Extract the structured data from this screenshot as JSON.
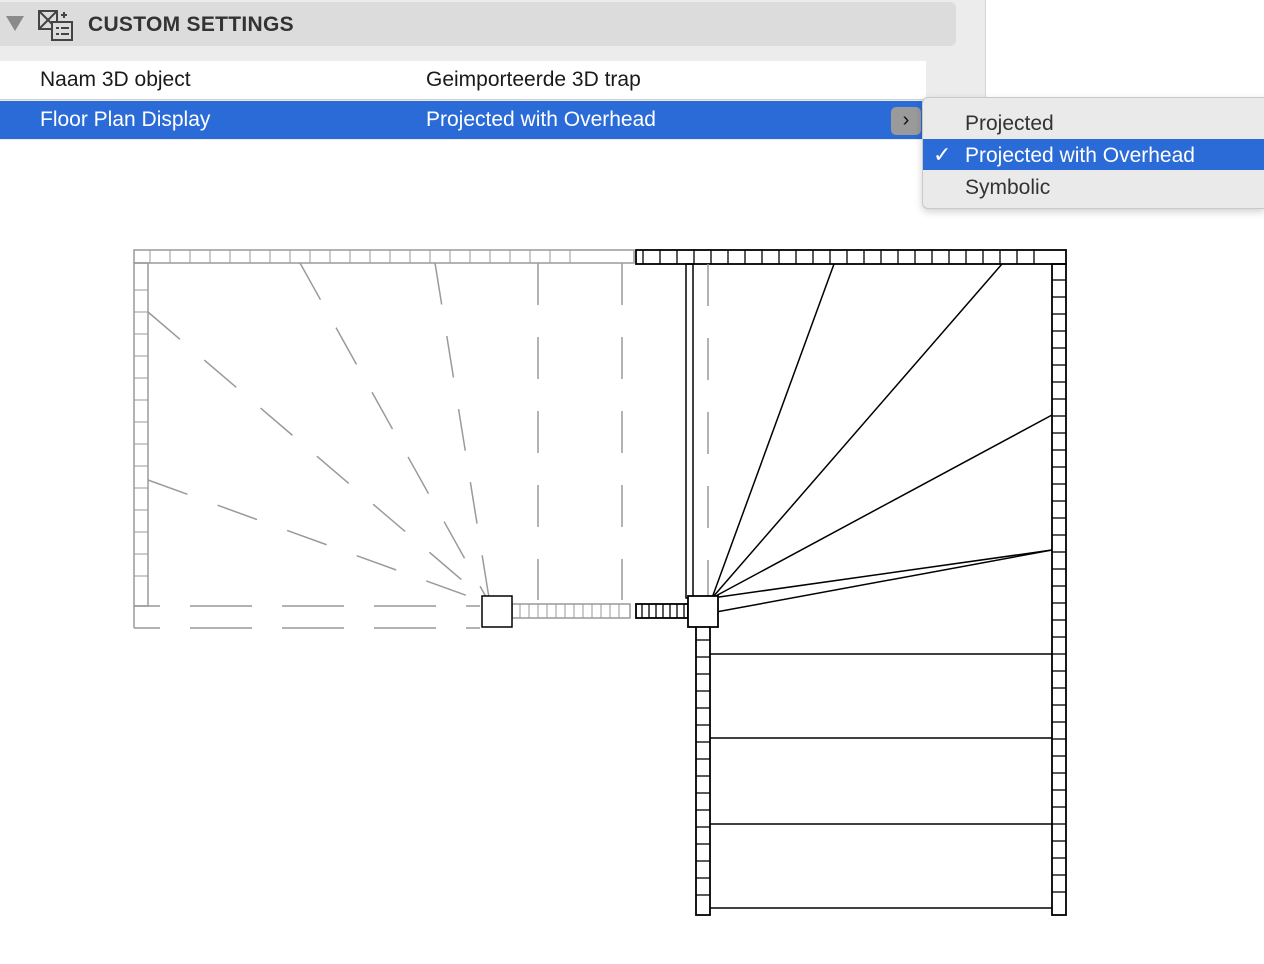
{
  "section": {
    "title": "CUSTOM SETTINGS",
    "disclosure_icon": "triangle-down-icon",
    "icon": "custom-settings-icon"
  },
  "properties": [
    {
      "name": "Naam 3D object",
      "value": "Geimporteerde 3D trap"
    },
    {
      "name": "Floor Plan Display",
      "value": "Projected with Overhead",
      "selected": true
    }
  ],
  "menu": {
    "arrow_icon": "chevron-right-icon",
    "check_mark": "✓",
    "items": [
      {
        "label": "Projected",
        "selected": false
      },
      {
        "label": "Projected with Overhead",
        "selected": true
      },
      {
        "label": "Symbolic",
        "selected": false
      }
    ]
  },
  "colors": {
    "selection": "#2a6bd8",
    "overhead_lines": "#9a9a9a",
    "projected_lines": "#000000"
  }
}
